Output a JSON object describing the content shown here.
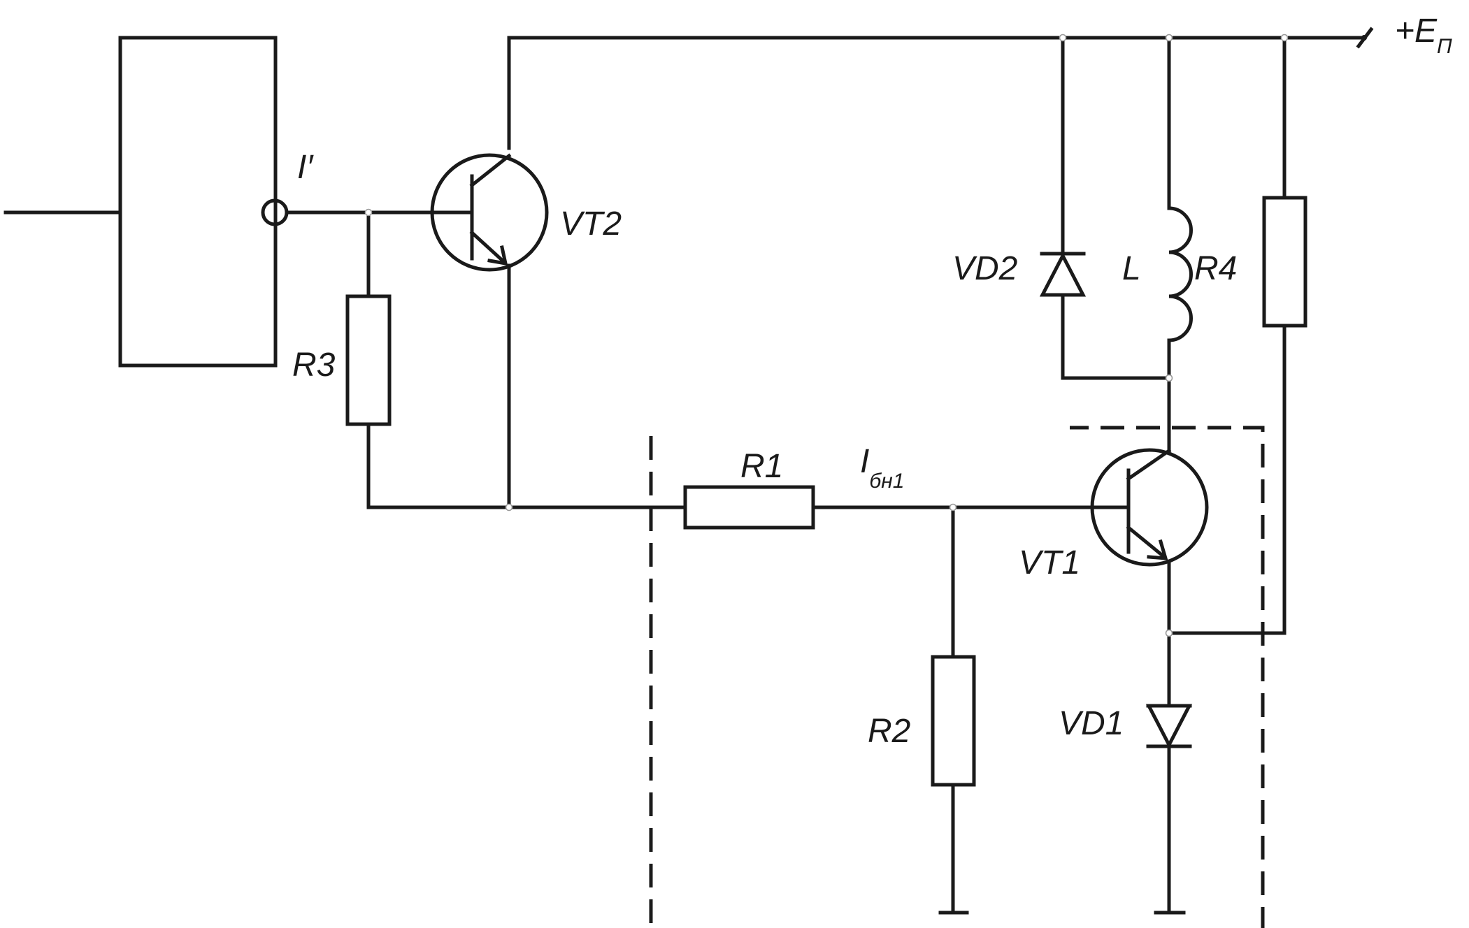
{
  "colors": {
    "ink": "#1a1a1a",
    "background": "#ffffff"
  },
  "labels": {
    "supply": "+E",
    "supply_sub": "П",
    "current_prime": "I′",
    "current_base": "I",
    "current_base_sub": "бн1",
    "vt2": "VT2",
    "vt1": "VT1",
    "r1": "R1",
    "r2": "R2",
    "r3": "R3",
    "r4": "R4",
    "l": "L",
    "vd1": "VD1",
    "vd2": "VD2"
  }
}
